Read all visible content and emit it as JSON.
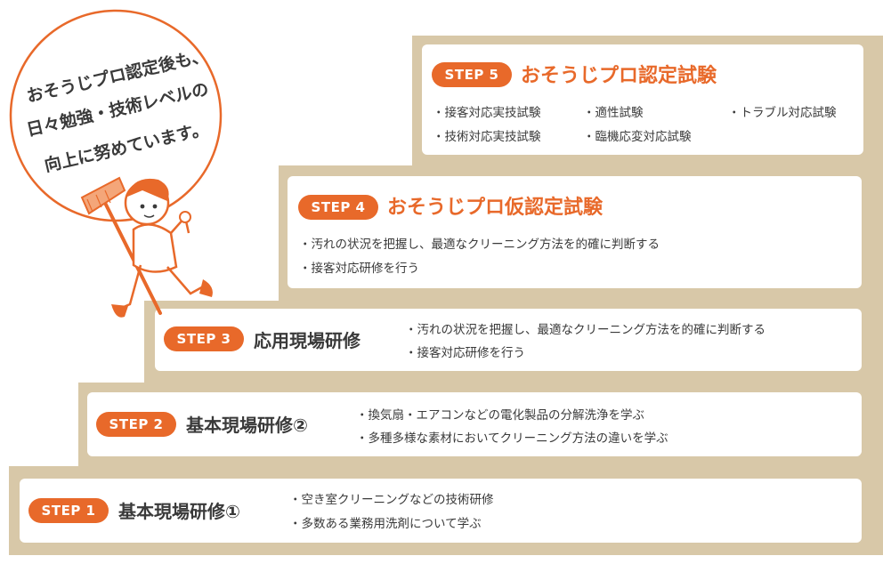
{
  "colors": {
    "step_background": "#d8c8a8",
    "badge": "#e8692a",
    "accent_title": "#e8692a",
    "text": "#3a3a3a"
  },
  "bubble": {
    "line1": "おそうじプロ認定後も、",
    "line2": "日々勉強・技術レベルの",
    "line3": "向上に努めています。"
  },
  "steps": [
    {
      "badge": "STEP 1",
      "title": "基本現場研修①",
      "bullets": [
        "・空き室クリーニングなどの技術研修",
        "・多数ある業務用洗剤について学ぶ"
      ]
    },
    {
      "badge": "STEP 2",
      "title": "基本現場研修②",
      "bullets": [
        "・換気扇・エアコンなどの電化製品の分解洗浄を学ぶ",
        "・多種多様な素材においてクリーニング方法の違いを学ぶ"
      ]
    },
    {
      "badge": "STEP 3",
      "title": "応用現場研修",
      "bullets": [
        "・汚れの状況を把握し、最適なクリーニング方法を的確に判断する",
        "・接客対応研修を行う"
      ]
    },
    {
      "badge": "STEP 4",
      "title": "おそうじプロ仮認定試験",
      "bullets": [
        "・汚れの状況を把握し、最適なクリーニング方法を的確に判断する",
        "・接客対応研修を行う"
      ]
    },
    {
      "badge": "STEP 5",
      "title": "おそうじプロ認定試験",
      "bullets": [
        "・接客対応実技試験",
        "・適性試験",
        "・トラブル対応試験",
        "・技術対応実技試験",
        "・臨機応変対応試験"
      ]
    }
  ]
}
